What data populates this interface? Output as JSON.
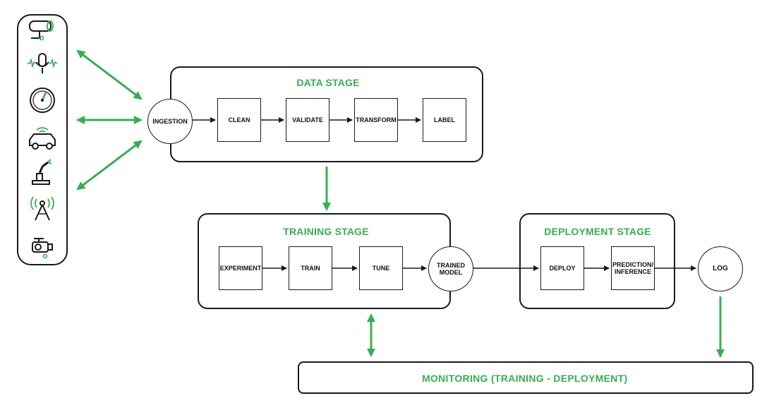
{
  "data_stage": {
    "title": "DATA STAGE",
    "ingestion": "INGESTION",
    "steps": [
      "CLEAN",
      "VALIDATE",
      "TRANSFORM",
      "LABEL"
    ]
  },
  "training_stage": {
    "title": "TRAINING STAGE",
    "steps": [
      "EXPERIMENT",
      "TRAIN",
      "TUNE"
    ],
    "output": "TRAINED\nMODEL"
  },
  "deployment_stage": {
    "title": "DEPLOYMENT STAGE",
    "steps": [
      "DEPLOY",
      "PREDICTION/\nINFERENCE"
    ],
    "log": "LOG"
  },
  "monitoring": {
    "label": "MONITORING (TRAINING - DEPLOYMENT)"
  },
  "sources": {
    "icons": [
      "security-camera-icon",
      "microphone-icon",
      "gauge-icon",
      "connected-car-icon",
      "robotic-arm-icon",
      "signal-tower-icon",
      "drone-camera-icon"
    ]
  },
  "colors": {
    "accent": "#34b050",
    "line": "#1a1a1a"
  }
}
